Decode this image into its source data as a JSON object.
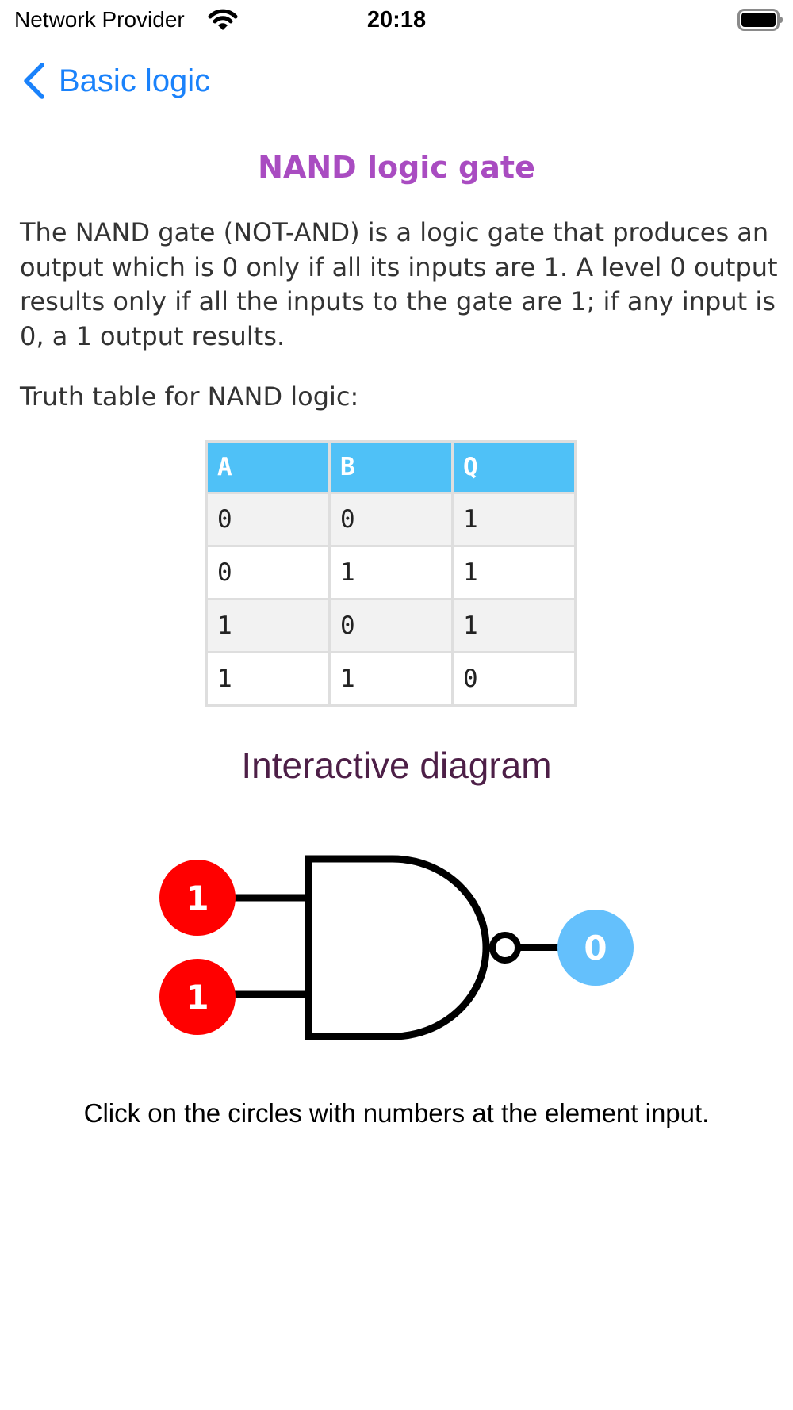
{
  "status_bar": {
    "carrier": "Network Provider",
    "time": "20:18",
    "wifi_icon": "wifi-icon",
    "battery_icon": "battery-full-icon"
  },
  "nav": {
    "back_icon": "chevron-left-icon",
    "back_label": "Basic logic",
    "accent_color": "#1a82fb"
  },
  "page": {
    "title": "NAND logic gate",
    "title_color": "#a94cc1",
    "description": "The NAND gate (NOT-AND) is a logic gate that produces an output which is 0 only if all its inputs are 1. A level 0 output results only if all the inputs to the gate are 1; if any input is 0, a 1 output results.",
    "truth_table_caption": "Truth table for NAND logic:"
  },
  "truth_table": {
    "header_color": "#4fc1f7",
    "columns": [
      "A",
      "B",
      "Q"
    ],
    "rows": [
      [
        "0",
        "0",
        "1"
      ],
      [
        "0",
        "1",
        "1"
      ],
      [
        "1",
        "0",
        "1"
      ],
      [
        "1",
        "1",
        "0"
      ]
    ]
  },
  "diagram": {
    "title": "Interactive diagram",
    "title_color": "#4d1f47",
    "gate_type": "NAND",
    "inputs": [
      {
        "name": "input-a",
        "value": "1",
        "color": "#ff0000"
      },
      {
        "name": "input-b",
        "value": "1",
        "color": "#ff0000"
      }
    ],
    "output": {
      "name": "output-q",
      "value": "0",
      "color": "#64c0fc"
    },
    "hint": "Click on the circles with numbers at the element input."
  }
}
